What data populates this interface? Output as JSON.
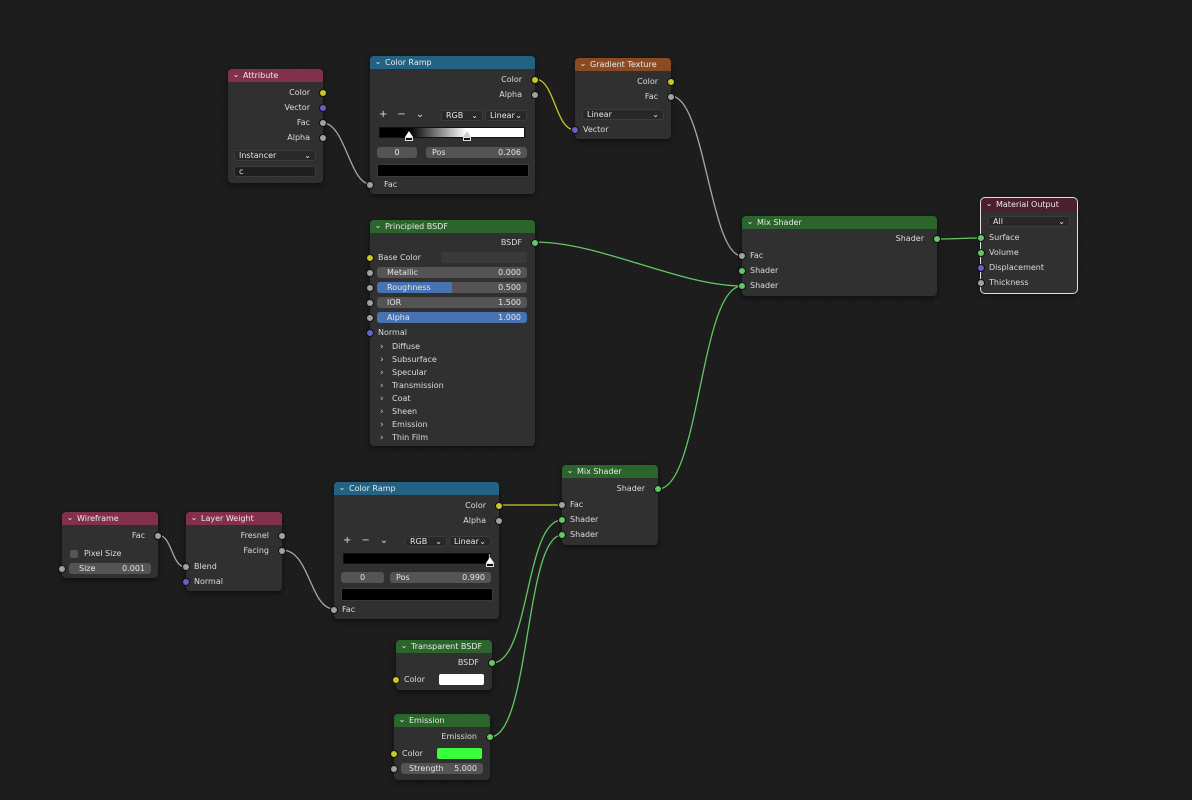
{
  "colors": {
    "input_header": "#83314a",
    "converter_header": "#246283",
    "texture_header": "#8a4a22",
    "shader_header": "#2b652b",
    "output_header": "#4c1f2c",
    "socket_color": "#c7c729",
    "socket_float": "#a1a1a1",
    "socket_vector": "#6363c7",
    "socket_shader": "#63c763",
    "emission_color": "#3cff3c",
    "transparent_color": "#ffffff"
  },
  "attribute": {
    "title": "Attribute",
    "outputs": [
      "Color",
      "Vector",
      "Fac",
      "Alpha"
    ],
    "type_value": "Instancer",
    "name_value": "c"
  },
  "color_ramp_top": {
    "title": "Color Ramp",
    "outputs": [
      "Color",
      "Alpha"
    ],
    "add": "+",
    "remove": "−",
    "menu": "⌄",
    "color_mode": "RGB",
    "interpolation": "Linear",
    "index": "0",
    "pos_label": "Pos",
    "pos_value": "0.206",
    "stop_positions": [
      0.206,
      0.6
    ],
    "input": "Fac"
  },
  "gradient_texture": {
    "title": "Gradient Texture",
    "outputs": [
      "Color",
      "Fac"
    ],
    "type_value": "Linear",
    "input": "Vector"
  },
  "principled": {
    "title": "Principled BSDF",
    "output": "BSDF",
    "base_color": "Base Color",
    "fields": [
      {
        "label": "Metallic",
        "value": "0.000",
        "fill": 0
      },
      {
        "label": "Roughness",
        "value": "0.500",
        "fill": 0.5
      },
      {
        "label": "IOR",
        "value": "1.500",
        "fill": 0
      },
      {
        "label": "Alpha",
        "value": "1.000",
        "fill": 1
      }
    ],
    "normal": "Normal",
    "panels": [
      "Diffuse",
      "Subsurface",
      "Specular",
      "Transmission",
      "Coat",
      "Sheen",
      "Emission",
      "Thin Film"
    ]
  },
  "mix_shader_top": {
    "title": "Mix Shader",
    "output": "Shader",
    "inputs": [
      "Fac",
      "Shader",
      "Shader"
    ]
  },
  "material_output": {
    "title": "Material Output",
    "target": "All",
    "inputs": [
      "Surface",
      "Volume",
      "Displacement",
      "Thickness"
    ]
  },
  "wireframe": {
    "title": "Wireframe",
    "output": "Fac",
    "pixel_size": "Pixel Size",
    "size_label": "Size",
    "size_value": "0.001"
  },
  "layer_weight": {
    "title": "Layer Weight",
    "outputs": [
      "Fresnel",
      "Facing"
    ],
    "inputs": [
      "Blend",
      "Normal"
    ]
  },
  "color_ramp_bottom": {
    "title": "Color Ramp",
    "outputs": [
      "Color",
      "Alpha"
    ],
    "add": "+",
    "remove": "−",
    "menu": "⌄",
    "color_mode": "RGB",
    "interpolation": "Linear",
    "index": "0",
    "pos_label": "Pos",
    "pos_value": "0.990",
    "stop_positions": [
      0.99
    ],
    "input": "Fac"
  },
  "mix_shader_bottom": {
    "title": "Mix Shader",
    "output": "Shader",
    "inputs": [
      "Fac",
      "Shader",
      "Shader"
    ]
  },
  "transparent": {
    "title": "Transparent BSDF",
    "output": "BSDF",
    "input": "Color"
  },
  "emission": {
    "title": "Emission",
    "output": "Emission",
    "color_label": "Color",
    "strength_label": "Strength",
    "strength_value": "5.000"
  }
}
